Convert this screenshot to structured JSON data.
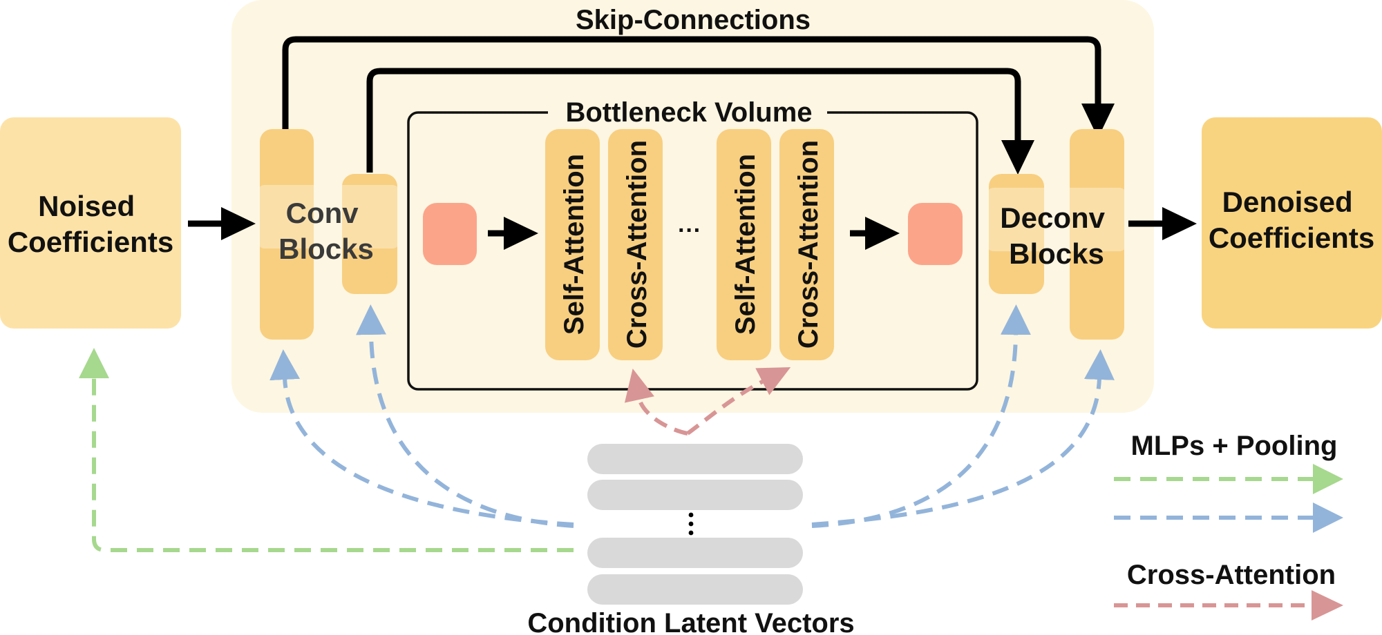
{
  "labels": {
    "skip_connections": "Skip-Connections",
    "bottleneck_volume": "Bottleneck Volume",
    "noised_line1": "Noised",
    "noised_line2": "Coefficients",
    "denoised_line1": "Denoised",
    "denoised_line2": "Coefficients",
    "conv_line1": "Conv",
    "conv_line2": "Blocks",
    "deconv_line1": "Deconv",
    "deconv_line2": "Blocks",
    "self_attention_1": "Self-Attention",
    "cross_attention_1": "Cross-Attention",
    "self_attention_2": "Self-Attention",
    "cross_attention_2": "Cross-Attention",
    "ellipsis_horizontal": "···",
    "condition_latent_vectors": "Condition Latent Vectors",
    "legend_mlps_pooling": "MLPs + Pooling",
    "legend_cross_attention": "Cross-Attention"
  },
  "colors": {
    "unet_background": "#fdf6e2",
    "input_box": "#fde2a8",
    "output_box": "#f9d480",
    "block": "#f8cf80",
    "token": "#fca489",
    "latent_bar": "#d9d9d9",
    "green_arrow": "#a6d88e",
    "blue_arrow": "#93b4da",
    "red_arrow": "#d89595",
    "black": "#000000"
  }
}
